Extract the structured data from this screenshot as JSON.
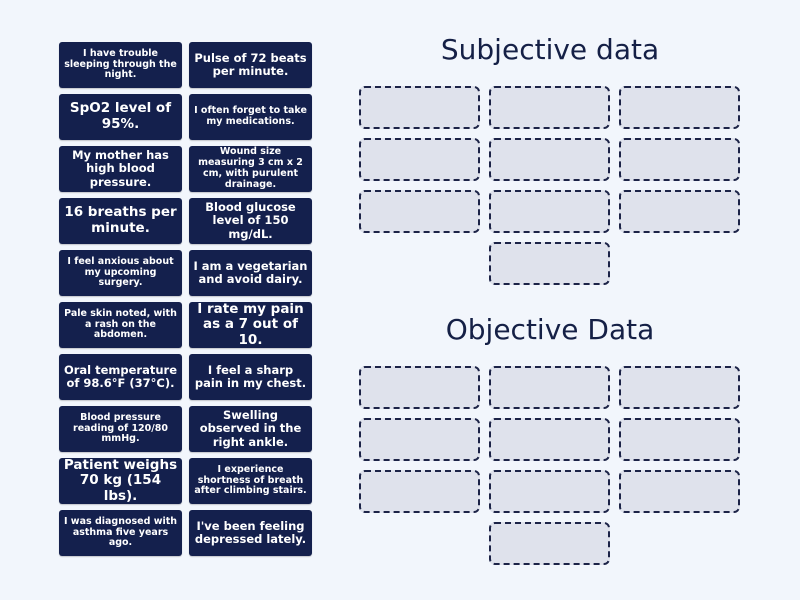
{
  "cards": [
    {
      "text": "I have trouble sleeping through the night.",
      "size": "s"
    },
    {
      "text": "Pulse of 72 beats per minute.",
      "size": "m"
    },
    {
      "text": "SpO2 level of 95%.",
      "size": "l"
    },
    {
      "text": "I often forget to take my medications.",
      "size": "s"
    },
    {
      "text": "My mother has high blood pressure.",
      "size": "m"
    },
    {
      "text": "Wound size measuring 3 cm x 2 cm, with purulent drainage.",
      "size": "s"
    },
    {
      "text": "16 breaths per minute.",
      "size": "l"
    },
    {
      "text": "Blood glucose level of 150 mg/dL.",
      "size": "m"
    },
    {
      "text": "I feel anxious about my upcoming surgery.",
      "size": "s"
    },
    {
      "text": "I am a vegetarian and avoid dairy.",
      "size": "m"
    },
    {
      "text": "Pale skin noted, with a rash on the abdomen.",
      "size": "s"
    },
    {
      "text": "I rate my pain as a 7 out of 10.",
      "size": "l"
    },
    {
      "text": "Oral temperature of 98.6°F (37°C).",
      "size": "m"
    },
    {
      "text": "I feel a sharp pain in my chest.",
      "size": "m"
    },
    {
      "text": "Blood pressure reading of 120/80 mmHg.",
      "size": "s"
    },
    {
      "text": "Swelling observed in the right ankle.",
      "size": "m"
    },
    {
      "text": "Patient weighs 70 kg (154 lbs).",
      "size": "l"
    },
    {
      "text": "I experience shortness of breath after climbing stairs.",
      "size": "s"
    },
    {
      "text": "I was diagnosed with asthma five years ago.",
      "size": "s"
    },
    {
      "text": "I've been feeling depressed lately.",
      "size": "m"
    }
  ],
  "groups": [
    {
      "title": "Subjective data",
      "slots": 10
    },
    {
      "title": "Objective Data",
      "slots": 10
    }
  ]
}
